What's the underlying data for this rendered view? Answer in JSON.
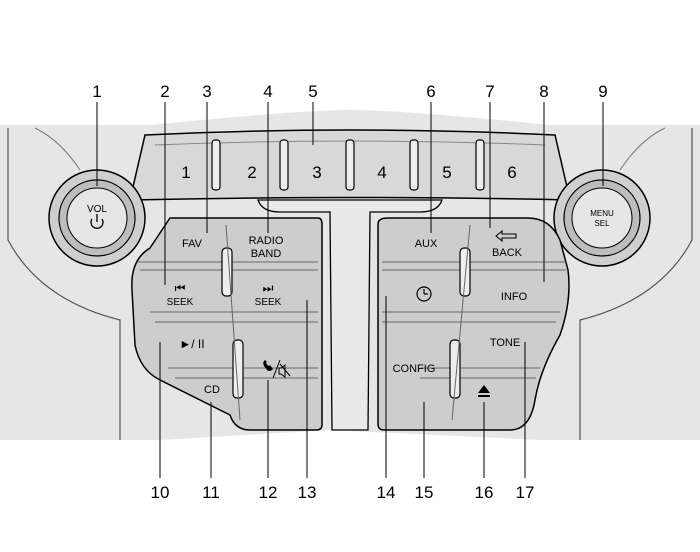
{
  "callouts": {
    "top": [
      "1",
      "2",
      "3",
      "4",
      "5",
      "6",
      "7",
      "8",
      "9"
    ],
    "bottom": [
      "10",
      "11",
      "12",
      "13",
      "14",
      "15",
      "16",
      "17"
    ]
  },
  "knobs": {
    "volume": {
      "label": "VOL",
      "icon": "power-icon"
    },
    "menu": {
      "label_line1": "MENU",
      "label_line2": "SEL"
    }
  },
  "presets": [
    "1",
    "2",
    "3",
    "4",
    "5",
    "6"
  ],
  "left_panel": {
    "fav": "FAV",
    "radio_line1": "RADIO",
    "radio_line2": "BAND",
    "seek_back": "SEEK",
    "seek_back_icon": "⏮",
    "seek_fwd": "SEEK",
    "seek_fwd_icon": "⏭",
    "play_pause": "►/ II",
    "cd": "CD",
    "phone_mute_icon": "phone-mute-icon"
  },
  "right_panel": {
    "aux": "AUX",
    "back": "BACK",
    "back_icon": "left-arrow-icon",
    "clock_icon": "clock-icon",
    "info": "INFO",
    "config": "CONFIG",
    "tone": "TONE",
    "eject_icon": "eject-icon"
  },
  "colors": {
    "panel": "#d0d0d0",
    "panel_dark": "#b8b8b8",
    "outline": "#000000",
    "button": "#c8c8c8",
    "background": "#ffffff"
  }
}
